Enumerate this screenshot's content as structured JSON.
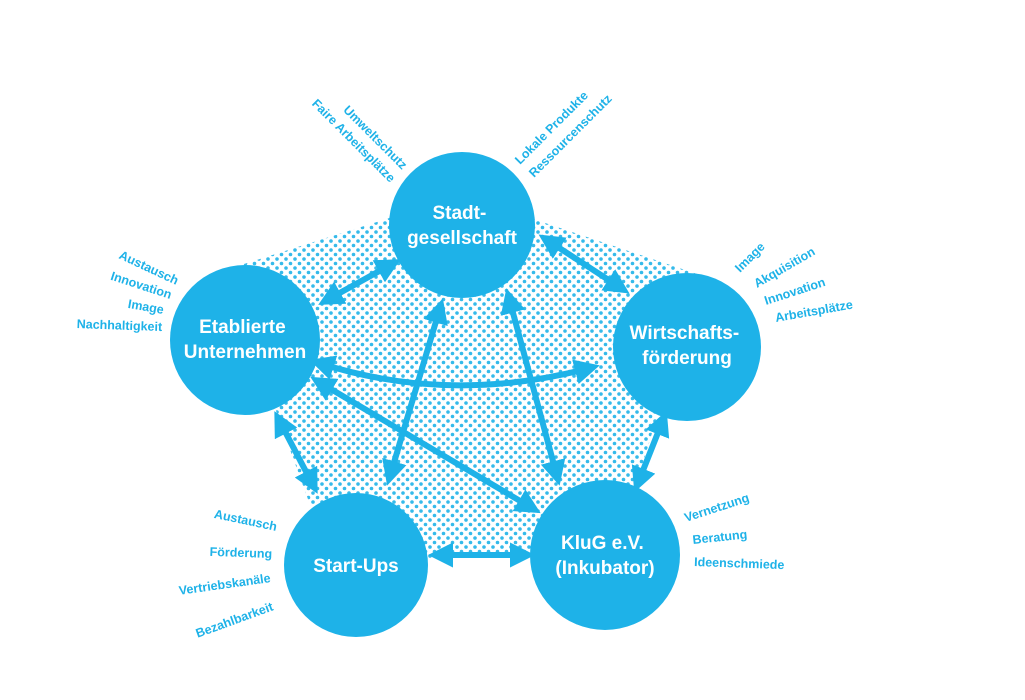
{
  "colors": {
    "accent": "#1eb2e8",
    "node_text": "#ffffff",
    "background": "#ffffff"
  },
  "nodes": {
    "stadt": {
      "lines": [
        "Stadt-",
        "gesellschaft"
      ]
    },
    "wirt": {
      "lines": [
        "Wirtschafts-",
        "förderung"
      ]
    },
    "kluG": {
      "lines": [
        "KluG e.V.",
        "(Inkubator)"
      ]
    },
    "startups": {
      "lines": [
        "Start-Ups"
      ]
    },
    "etab": {
      "lines": [
        "Etablierte",
        "Unternehmen"
      ]
    }
  },
  "tags": {
    "stadt_left": [
      "Umweltschutz",
      "Faire Arbeitsplätze"
    ],
    "stadt_right": [
      "Lokale Produkte",
      "Ressourcenschutz"
    ],
    "wirt": [
      "Image",
      "Akquisition",
      "Innovation",
      "Arbeitsplätze"
    ],
    "etab": [
      "Austausch",
      "Innovation",
      "Image",
      "Nachhaltigkeit"
    ],
    "kluG": [
      "Vernetzung",
      "Beratung",
      "Ideenschmiede"
    ],
    "startups": [
      "Austausch",
      "Förderung",
      "Vertriebskanäle",
      "Bezahlbarkeit"
    ]
  }
}
